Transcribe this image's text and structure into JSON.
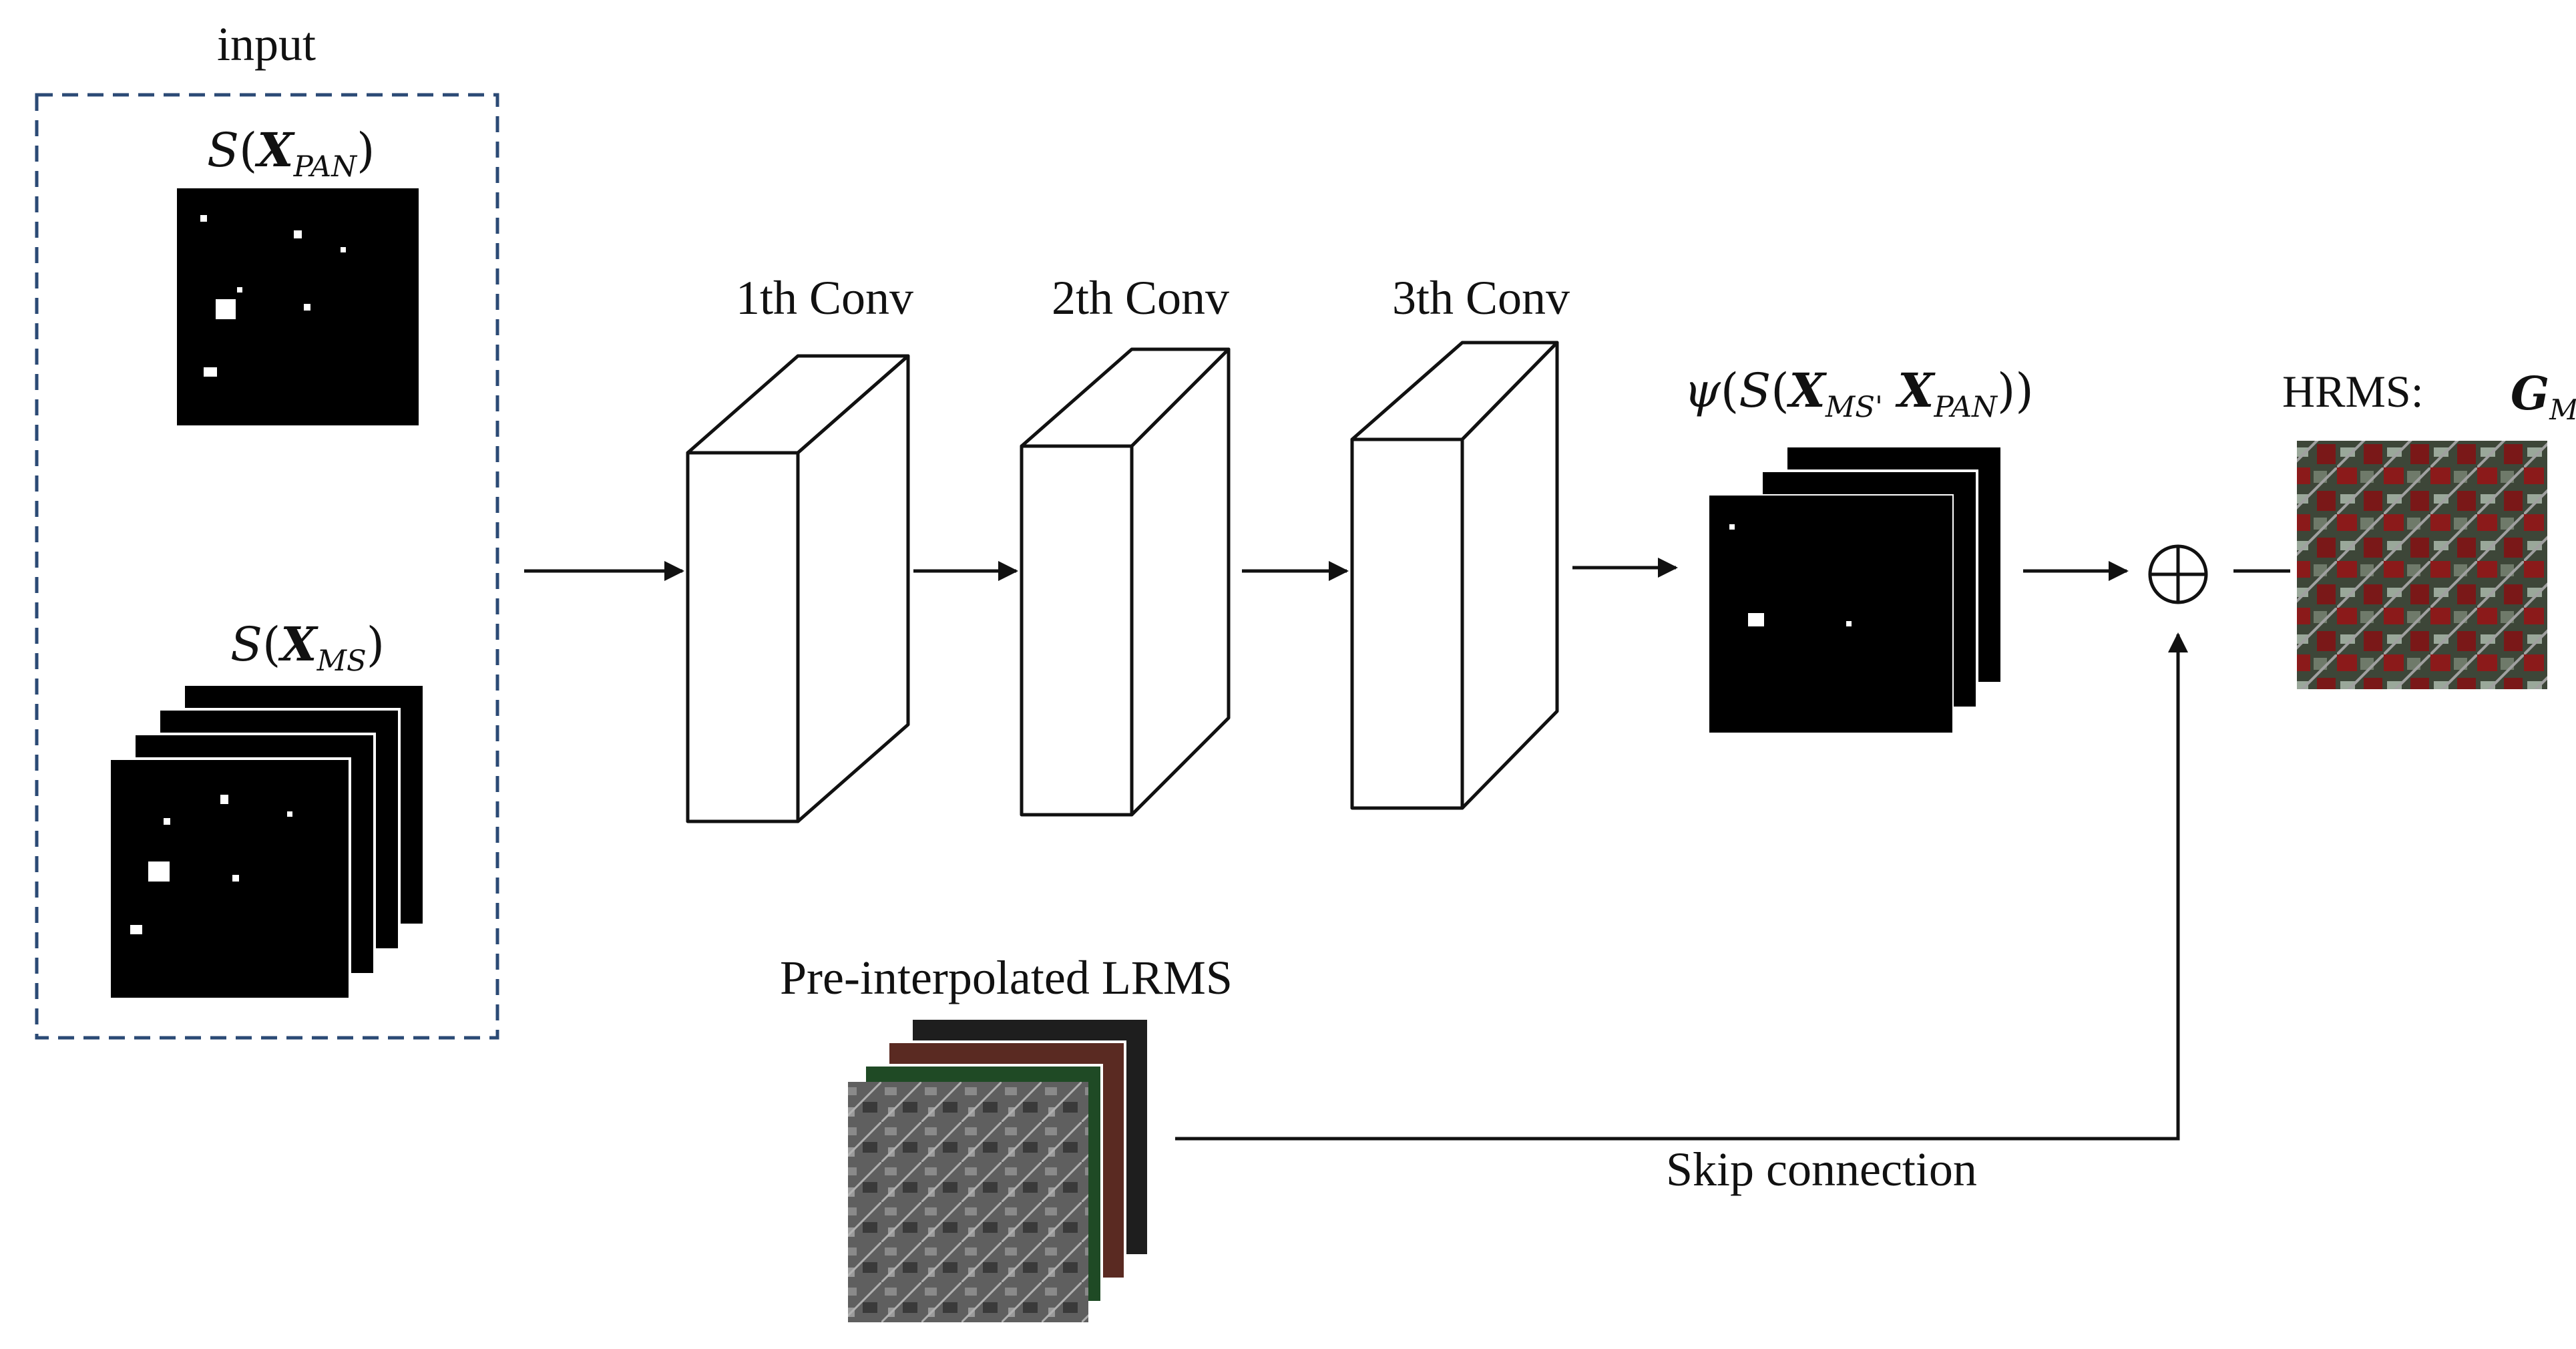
{
  "labels": {
    "input": "input",
    "conv1": "1th Conv",
    "conv2": "2th Conv",
    "conv3": "3th Conv",
    "lrms": "Pre-interpolated LRMS",
    "skip": "Skip connection",
    "hrms_prefix": "HRMS:"
  },
  "math": {
    "S": "S",
    "X": "X",
    "G": "G",
    "psi": "ψ",
    "pan_sub": "PAN",
    "ms_sub": "MS",
    "ms_sub_prime": "MS'",
    "lparen": "(",
    "rparen": ")",
    "big_lparen": "(",
    "big_rparen": ")",
    "comma_space": " ",
    "oplus": "⊕"
  },
  "colors": {
    "line": "#111111",
    "input_box_border": "#2b4a75",
    "feature_map": "#000000",
    "lrms_gray": "#6a6a6a",
    "lrms_green": "#1f4a25",
    "lrms_red": "#5a2a22",
    "hrms_red": "#8b1a1a",
    "hrms_gray": "#3c4a3a"
  },
  "icons": {
    "oplus": "circled-plus-icon",
    "arrow": "arrowhead-icon"
  }
}
